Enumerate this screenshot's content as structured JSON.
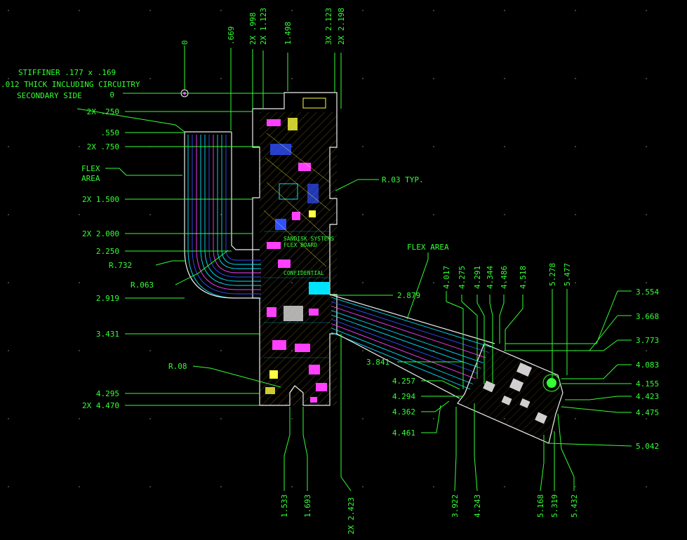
{
  "colors": {
    "background": "#000000",
    "dimension": "#33ff33",
    "outline": "#f0f0f0",
    "trace_copper": "#c8a040",
    "trace_cyan": "#00e5ff",
    "trace_magenta": "#ff40ff",
    "trace_blue": "#3050ff",
    "trace_yellow": "#ffff40"
  },
  "notes": {
    "stiffener_line1": "STIFFINER .177 x .169",
    "stiffener_line2": ".012 THICK INCLUDING CIRCUITRY",
    "stiffener_line3": "SECONDARY SIDE",
    "flex_area_left_1": "FLEX",
    "flex_area_left_2": "AREA",
    "flex_area_right": "FLEX AREA",
    "radius_typ": "R.03 TYP.",
    "radius_732": "R.732",
    "radius_063": "R.063",
    "radius_08": "R.08"
  },
  "silk": {
    "line1": "SANDISK SYSTEMS",
    "line2": "FLEX BOARD",
    "line3": "CONFIDENTIAL"
  },
  "top_dims": [
    "0",
    ".669",
    "2X .998",
    "2X 1.123",
    "1.498",
    "3X 2.123",
    "2X 2.198"
  ],
  "left_dims": [
    "0",
    "2X .250",
    ".550",
    "2X .750",
    "2X 1.500",
    "2X 2.000",
    "2.250",
    "2.919",
    "3.431",
    "4.295",
    "2X 4.470"
  ],
  "mid_dims": [
    "2.879",
    "3.841"
  ],
  "right_top_dims": [
    "4.017",
    "4.275",
    "4.291",
    "4.344",
    "4.486",
    "4.518",
    "5.278",
    "5.477"
  ],
  "right_dims": [
    "3.554",
    "3.668",
    "3.773",
    "4.083",
    "4.155",
    "4.423",
    "4.475",
    "5.042"
  ],
  "right_left_dims": [
    "4.257",
    "4.294",
    "4.362",
    "4.461"
  ],
  "bottom_dims": [
    "1.533",
    "1.693",
    "2X 2.423",
    "3.922",
    "4.243",
    "5.168",
    "5.319",
    "5.432"
  ]
}
